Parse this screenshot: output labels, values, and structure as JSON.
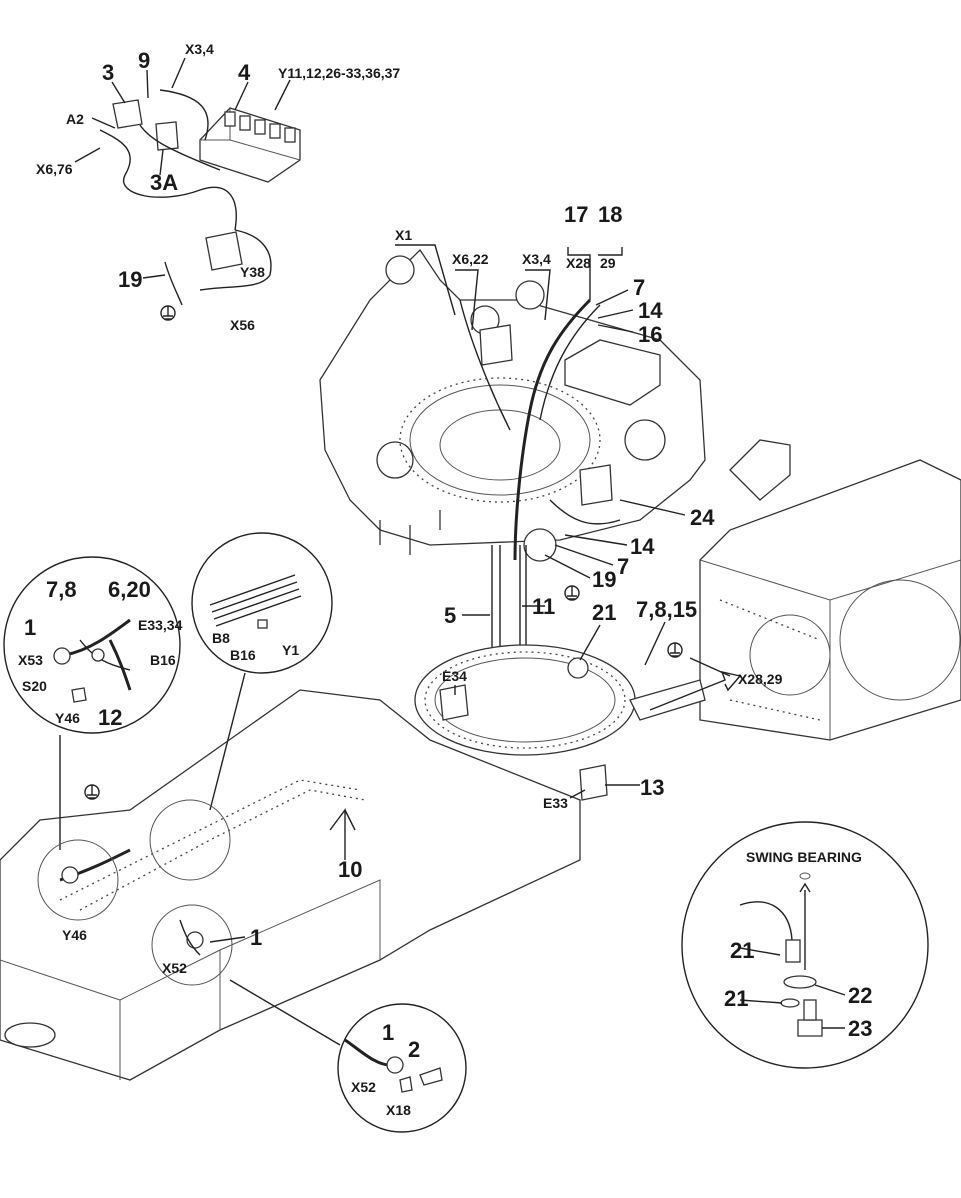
{
  "labels": {
    "tl_3": "3",
    "tl_9": "9",
    "tl_x34": "X3,4",
    "tl_4": "4",
    "tl_y11": "Y11,12,26-33,36,37",
    "tl_a2": "A2",
    "tl_x676": "X6,76",
    "tl_3a": "3A",
    "tl_19": "19",
    "tl_y38": "Y38",
    "tl_x56": "X56",
    "up_x1": "X1",
    "up_x622": "X6,22",
    "up_x34": "X3,4",
    "up_17": "17",
    "up_18": "18",
    "up_x28": "X28",
    "up_29": "29",
    "up_7a": "7",
    "up_14a": "14",
    "up_16": "16",
    "up_24": "24",
    "up_14b": "14",
    "up_7b": "7",
    "up_19": "19",
    "mid_5": "5",
    "mid_11": "11",
    "mid_21": "21",
    "mid_7815": "7,8,15",
    "mid_x2829": "X28,29",
    "mid_e34": "E34",
    "mid_e33": "E33",
    "mid_13": "13",
    "mid_10": "10",
    "cl_78": "7,8",
    "cl_620": "6,20",
    "cl_1": "1",
    "cl_e3334": "E33,34",
    "cl_x53": "X53",
    "cl_b16": "B16",
    "cl_s20": "S20",
    "cl_y46": "Y46",
    "cl_12": "12",
    "cm_b8": "B8",
    "cm_b16": "B16",
    "cm_y1": "Y1",
    "lo_y46": "Y46",
    "lo_1": "1",
    "lo_x52": "X52",
    "cb_1": "1",
    "cb_2": "2",
    "cb_x52": "X52",
    "cb_x18": "X18",
    "sw_title": "SWING BEARING",
    "sw_21a": "21",
    "sw_21b": "21",
    "sw_22": "22",
    "sw_23": "23"
  },
  "icons": [
    "ground-symbol-icon"
  ],
  "colors": {
    "ink": "#1a1a1a",
    "paper": "#ffffff"
  }
}
